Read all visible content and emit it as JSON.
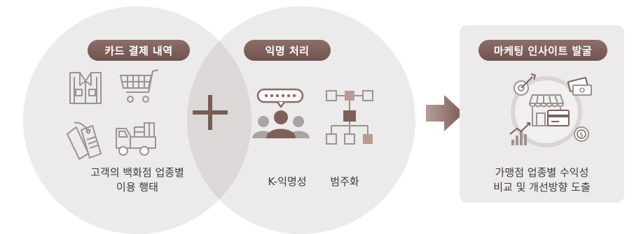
{
  "left_circle": {
    "badge": "카드 결제 내역",
    "caption_lines": [
      "고객의 백화점 업종별",
      "이용 행태"
    ]
  },
  "operator_symbol": "+",
  "middle_circle": {
    "badge": "익명 처리",
    "labels": [
      "K-익명성",
      "범주화"
    ]
  },
  "right_panel": {
    "badge": "마케팅 인사이트 발굴",
    "caption_lines": [
      "가맹점 업종별 수익성",
      "비교 및 개선방향 도출"
    ]
  },
  "colors": {
    "circle_fill": "#eceaea",
    "overlap_fill": "#dcd8d7",
    "badge_brown": "#7d605a",
    "icon_grey": "#9b9393",
    "icon_brown": "#8a6b65",
    "arrow_brown": "#7a5b55"
  },
  "icons": [
    "clothes-icon",
    "shopping-cart-icon",
    "price-tag-icon",
    "delivery-truck-icon",
    "anonymous-people-icon",
    "category-tree-icon",
    "target-icon",
    "store-icon",
    "card-payment-icon",
    "money-icon",
    "growth-chart-icon",
    "coin-icon"
  ]
}
